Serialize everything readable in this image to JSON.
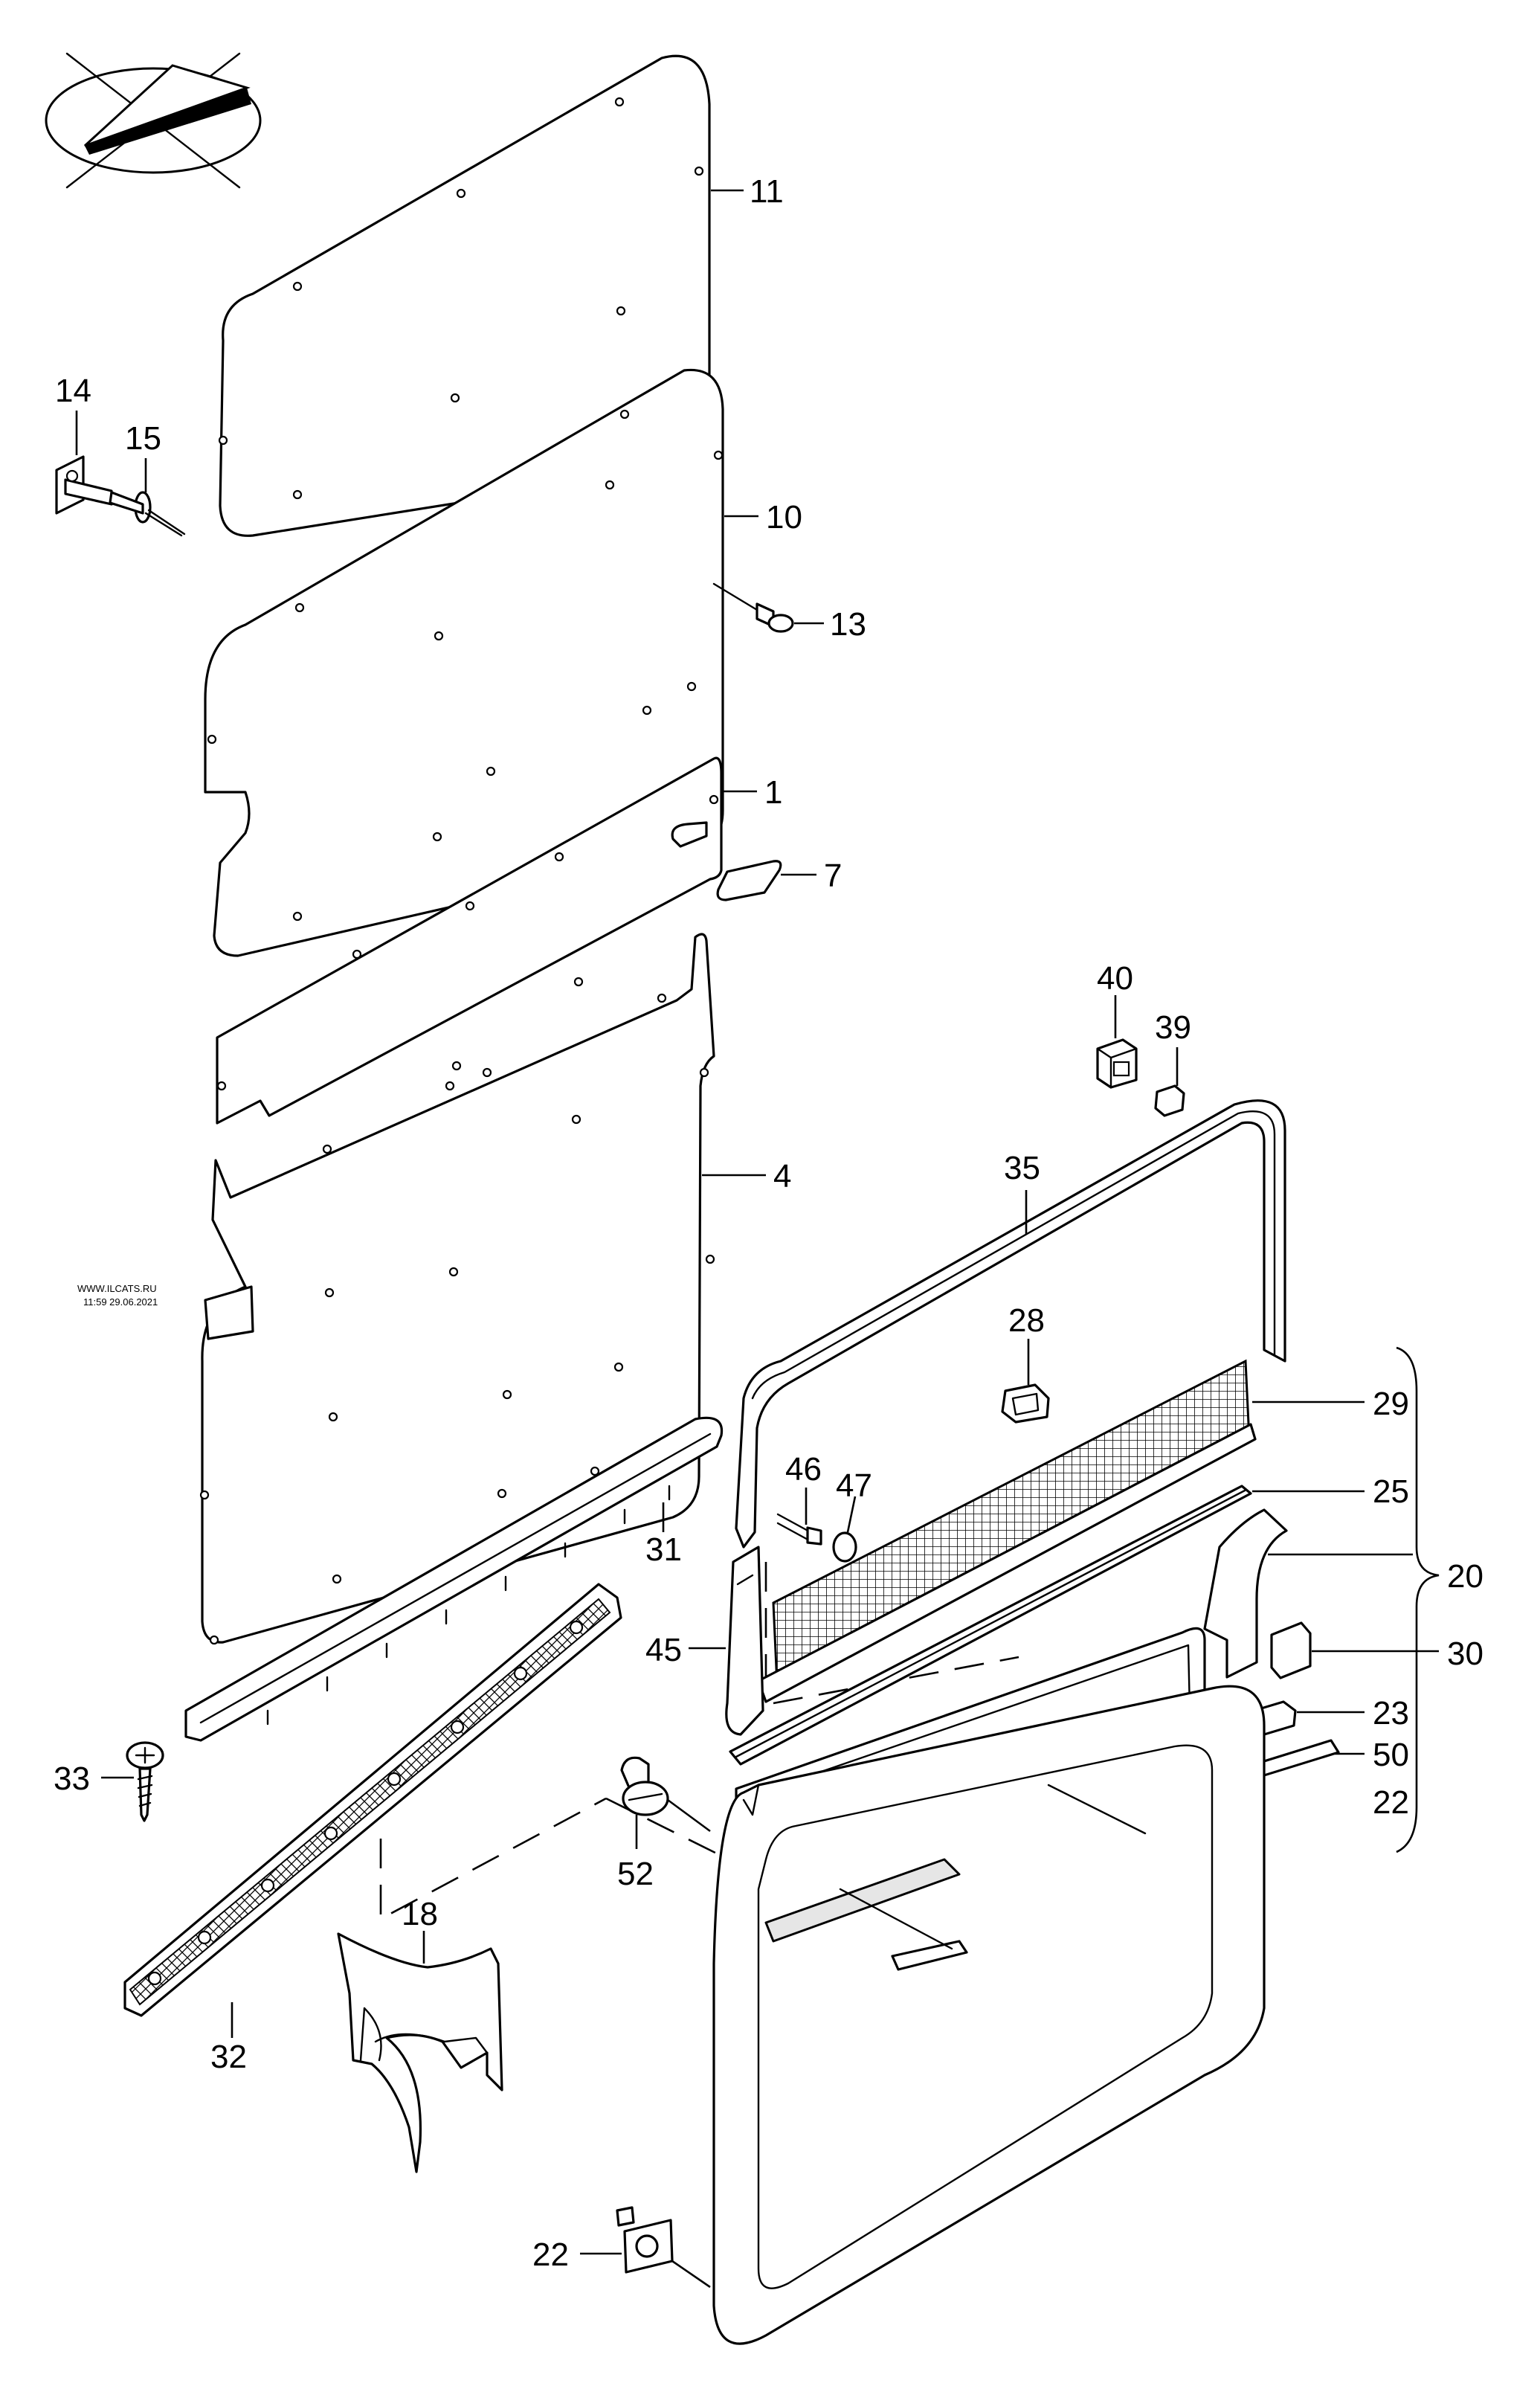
{
  "watermark": {
    "line1": "WWW.ILCATS.RU",
    "line2": "11:59 29.06.2021"
  },
  "orientation_icon": "vehicle-orientation-icon",
  "callouts": {
    "p11": "11",
    "p14": "14",
    "p15": "15",
    "p10": "10",
    "p13": "13",
    "p1": "1",
    "p7": "7",
    "p4": "4",
    "p40": "40",
    "p39": "39",
    "p35": "35",
    "p28": "28",
    "p29": "29",
    "p25": "25",
    "p20": "20",
    "p30": "30",
    "p23": "23",
    "p50": "50",
    "p22a": "22",
    "p46": "46",
    "p47": "47",
    "p31": "31",
    "p45": "45",
    "p33": "33",
    "p32": "32",
    "p18": "18",
    "p52": "52",
    "p22b": "22"
  }
}
